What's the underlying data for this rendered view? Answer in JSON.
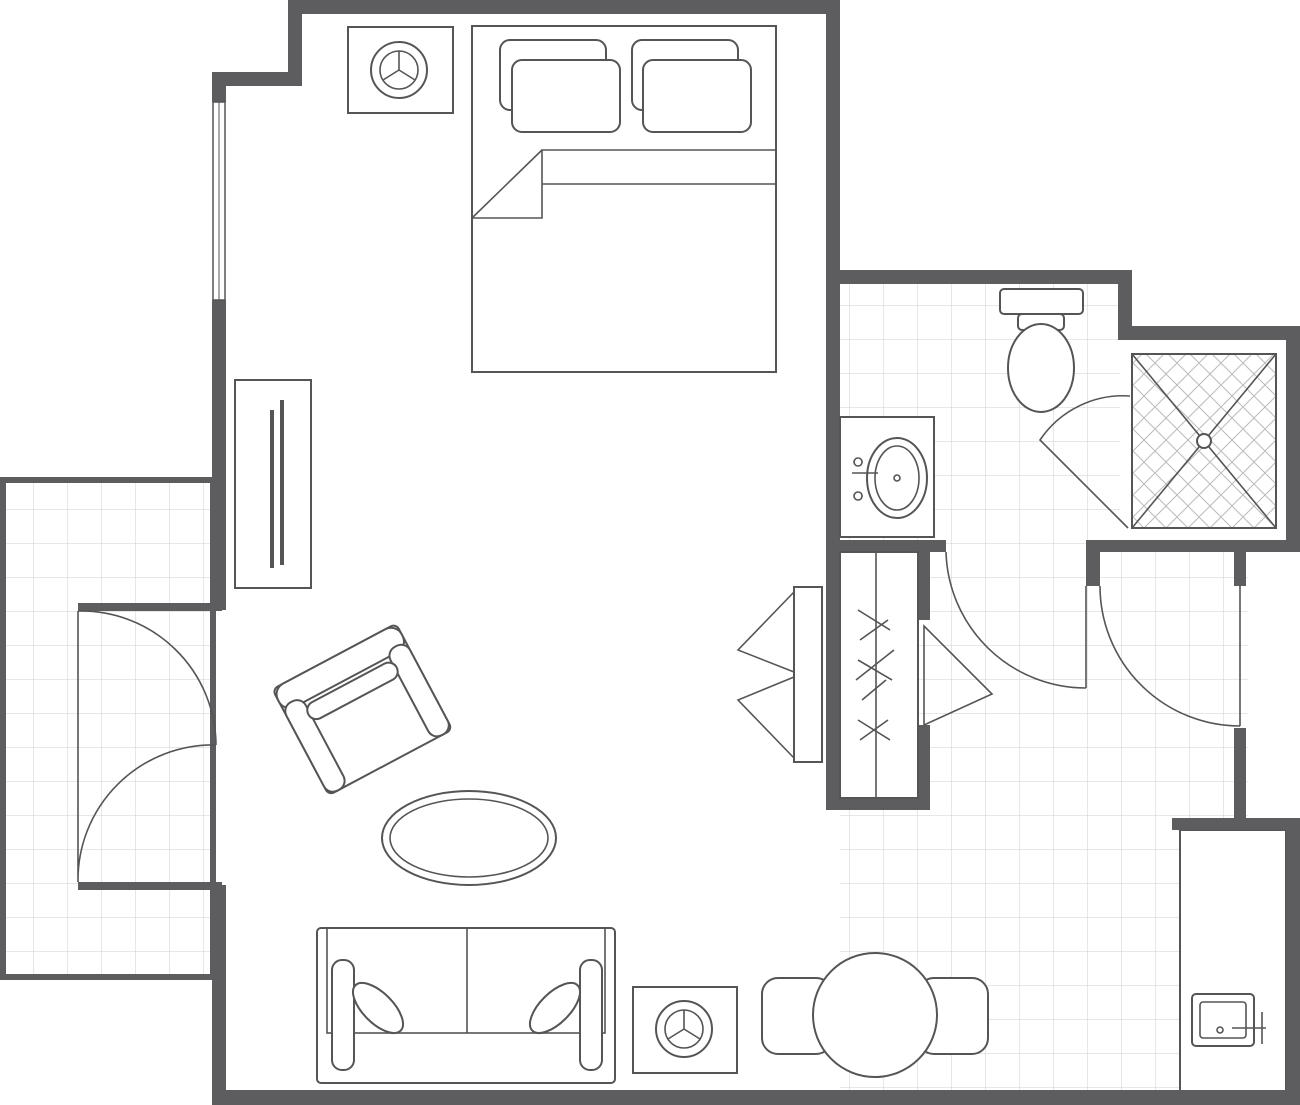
{
  "plan": {
    "colors": {
      "wall": "#5d5d5f",
      "line": "#555555",
      "tile": "#cfcfcf",
      "background": "#ffffff"
    },
    "rooms": [
      "main-room",
      "bathroom",
      "shower",
      "closet",
      "kitchenette",
      "balcony"
    ],
    "furniture": [
      "bed",
      "pillows",
      "nightstand-lamp",
      "dresser-tv",
      "armchair",
      "ottoman-rug",
      "sofa",
      "side-table-lamp",
      "dining-table",
      "dining-chairs",
      "toilet",
      "sink-vanity",
      "shower-stall",
      "kitchen-sink",
      "closet-rod"
    ]
  }
}
